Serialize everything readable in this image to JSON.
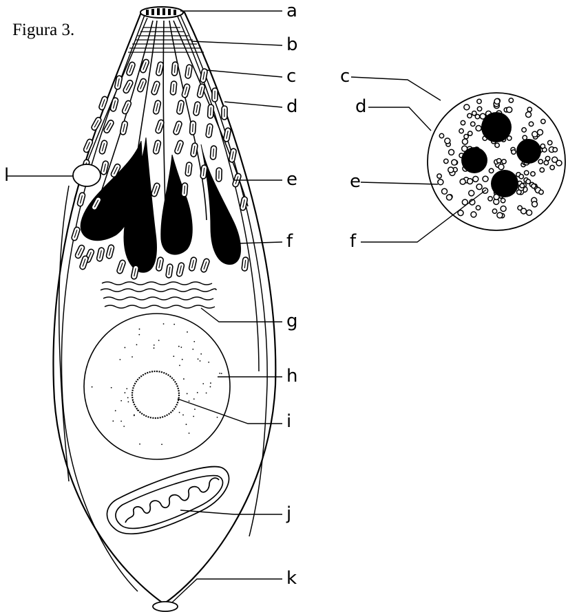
{
  "figure": {
    "title": "Figura 3."
  },
  "main_diagram": {
    "labels": {
      "a": "a",
      "b": "b",
      "c": "c",
      "d": "d",
      "e": "e",
      "f": "f",
      "g": "g",
      "h": "h",
      "i": "i",
      "j": "j",
      "k": "k",
      "l": "l"
    }
  },
  "cross_section": {
    "labels": {
      "c": "c",
      "d": "d",
      "e": "e",
      "f": "f"
    }
  },
  "colors": {
    "ink": "#000000",
    "paper": "#ffffff"
  }
}
